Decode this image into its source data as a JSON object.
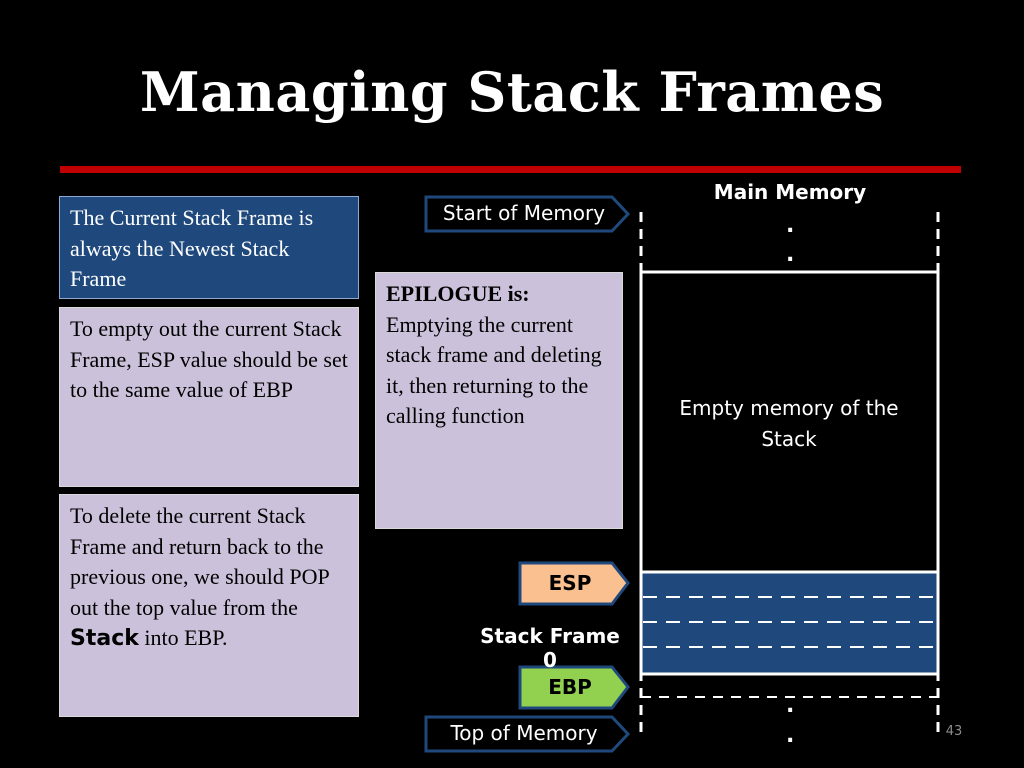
{
  "title": "Managing Stack Frames",
  "boxes": {
    "current_frame": "The Current Stack Frame is always the Newest Stack Frame",
    "empty_frame": "To empty out the current Stack Frame, ESP value should be set to the same value of EBP",
    "delete_frame_before": "To delete the current Stack Frame and return back to the previous one, we should POP out the top value from the ",
    "delete_frame_bold": "Stack",
    "delete_frame_after": " into EBP.",
    "epilogue_heading": "EPILOGUE is:",
    "epilogue_body": "Emptying the current stack frame and deleting it, then returning to the calling function"
  },
  "memory": {
    "title": "Main Memory",
    "empty_region": "Empty memory of the Stack",
    "frame_label": "Stack Frame 0",
    "ellipsis_dot": "."
  },
  "arrows": {
    "start": "Start of Memory",
    "esp": "ESP",
    "ebp": "EBP",
    "top": "Top of Memory"
  },
  "colors": {
    "title_rule": "#c00000",
    "info_blue": "#1f497d",
    "info_lavender": "#ccc1da",
    "stack_frame": "#1f497d",
    "esp_fill": "#fac090",
    "ebp_fill": "#92d050",
    "pointer_outline": "#1f497d"
  },
  "page_number": "43"
}
